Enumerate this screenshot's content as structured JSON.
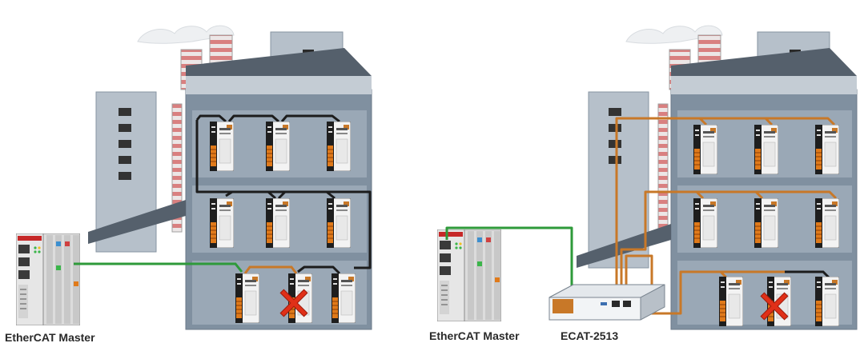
{
  "labels": {
    "left_master": "EtherCAT Master",
    "right_master": "EtherCAT Master",
    "ecat_device": "ECAT-2513"
  },
  "colors": {
    "building_dark": "#8090a0",
    "building_light": "#b6c0ca",
    "floor_panel": "#9aa8b6",
    "cable_black": "#1c1c1c",
    "cable_orange": "#c87828",
    "cable_green": "#2e9a3a",
    "failure_mark": "#e03018",
    "chimney_stripe": "#d98080"
  },
  "icons": [
    "smoke-icon",
    "io-module-icon",
    "failure-x-icon",
    "ethercat-master-icon",
    "ecat-2513-icon"
  ]
}
